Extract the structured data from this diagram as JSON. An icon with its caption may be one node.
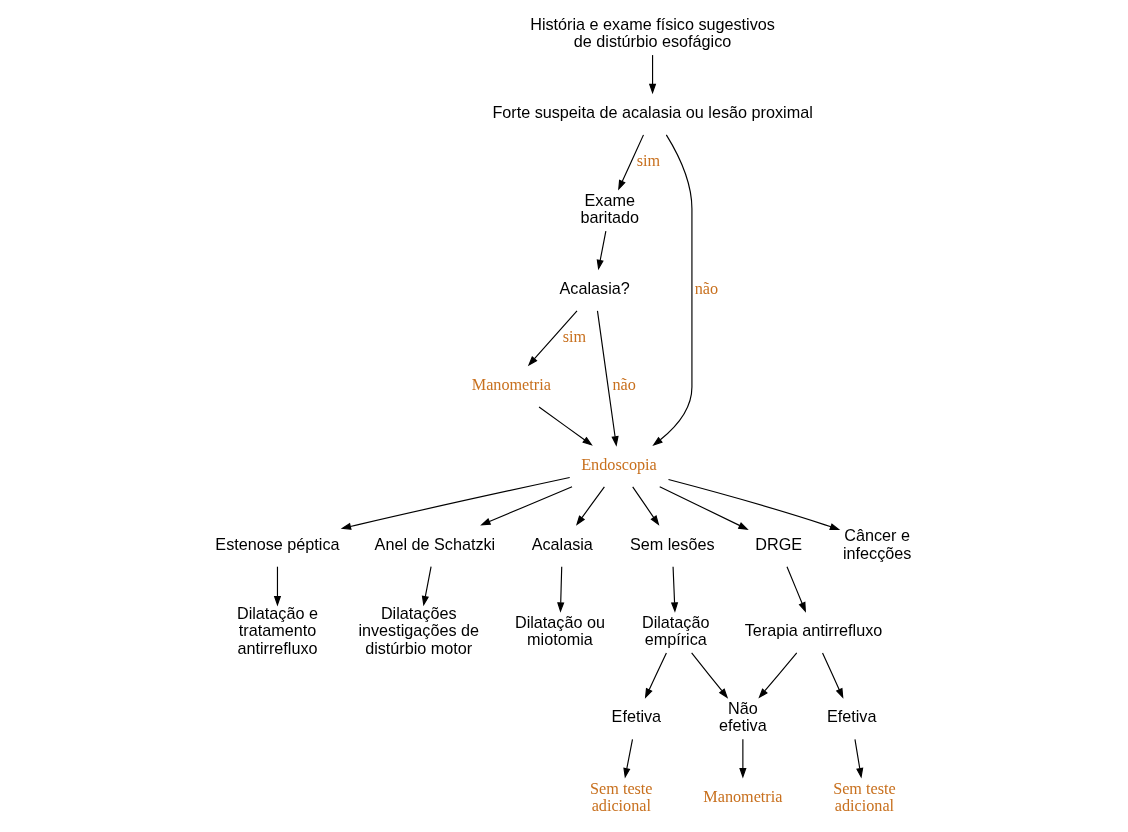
{
  "diagram": {
    "nodes": [
      {
        "text": [
          "História e exame físico sugestivos de distúrbio esofágico"
        ]
      },
      {
        "text": [
          "Forte suspeita de acalasia ou lesão proximal"
        ]
      },
      {
        "text": [
          "Exame baritado"
        ]
      },
      {
        "text": [
          "Acalasia?"
        ]
      },
      {
        "text": [
          "Endoscopia"
        ]
      },
      {
        "text": [
          "Manometria"
        ]
      },
      {
        "text": [
          "Estenose péptica"
        ]
      },
      {
        "text": [
          "Dilatação e tratamento antirrefluxo"
        ]
      },
      {
        "text": [
          "Anel de Schatzki"
        ]
      },
      {
        "text": [
          "Dilatações investigações de distúrbio motor"
        ]
      },
      {
        "text": [
          "Acalasia"
        ]
      },
      {
        "text": [
          "Dilatação ou miotomia"
        ]
      },
      {
        "text": [
          "Sem lesões"
        ]
      },
      {
        "text": [
          "DRGE"
        ]
      },
      {
        "text": [
          "Terapia antirrefluxo"
        ]
      },
      {
        "text": [
          "Dilatação empírica"
        ]
      },
      {
        "text": [
          "Não efetiva"
        ]
      },
      {
        "text": [
          "Efetiva"
        ]
      },
      {
        "text": [
          "Câncer e infecções"
        ]
      },
      {
        "text": [
          "Efetiva"
        ]
      },
      {
        "text": [
          "Sem teste adicional"
        ]
      },
      {
        "text": [
          "Manometria"
        ]
      },
      {
        "text": [
          "Sem teste adicional"
        ]
      }
    ],
    "edges": [
      {
        "from": 0,
        "to": 1,
        "arrow": "to"
      },
      {
        "from": 1,
        "to": 2,
        "arrow": "to",
        "label": "sim"
      },
      {
        "from": 1,
        "to": 4,
        "arrow": "to",
        "label": "não"
      },
      {
        "from": 2,
        "to": 3,
        "arrow": "to"
      },
      {
        "from": 3,
        "to": 4,
        "arrow": "to",
        "label": "não"
      },
      {
        "from": 3,
        "to": 5,
        "arrow": "to",
        "label": "sim"
      },
      {
        "from": 5,
        "to": 4,
        "arrow": "to"
      },
      {
        "from": 4,
        "to": 6,
        "arrow": "to"
      },
      {
        "from": 4,
        "to": 8,
        "arrow": "to"
      },
      {
        "from": 4,
        "to": 10,
        "arrow": "to"
      },
      {
        "from": 4,
        "to": 12,
        "arrow": "to"
      },
      {
        "from": 4,
        "to": 13,
        "arrow": "to"
      },
      {
        "from": 4,
        "to": 18,
        "arrow": "to"
      },
      {
        "from": 6,
        "to": 7,
        "arrow": "to"
      },
      {
        "from": 8,
        "to": 9,
        "arrow": "to"
      },
      {
        "from": 10,
        "to": 11,
        "arrow": "to"
      },
      {
        "from": 13,
        "to": 14,
        "arrow": "to"
      },
      {
        "from": 12,
        "to": 15,
        "arrow": "to"
      },
      {
        "from": 15,
        "to": 16,
        "arrow": "to"
      },
      {
        "from": 15,
        "to": 19,
        "arrow": "to"
      },
      {
        "from": 19,
        "to": 20,
        "arrow": "to"
      },
      {
        "from": 14,
        "to": 16,
        "arrow": "to"
      },
      {
        "from": 14,
        "to": 17,
        "arrow": "to"
      },
      {
        "from": 17,
        "to": 22,
        "arrow": "to"
      },
      {
        "from": 16,
        "to": 21,
        "arrow": "to"
      }
    ]
  }
}
